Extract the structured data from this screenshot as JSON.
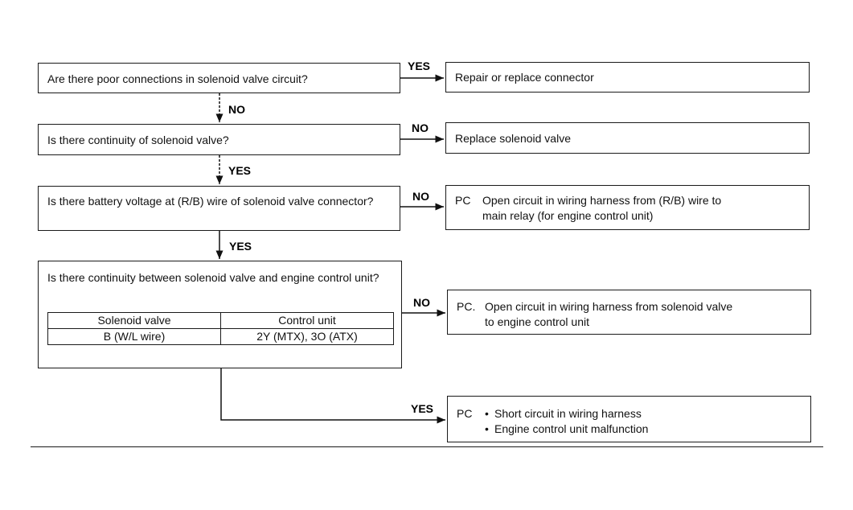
{
  "questions": {
    "q1": "Are there poor connections in solenoid valve circuit?",
    "q2": "Is there continuity of solenoid valve?",
    "q3": "Is there battery voltage at (R/B) wire of solenoid valve connector?",
    "q4": "Is there continuity between solenoid valve and engine control unit?"
  },
  "results": {
    "r1": "Repair or replace connector",
    "r2": "Replace solenoid valve",
    "r3_prefix": "PC",
    "r3_line1": "Open circuit in wiring harness from (R/B) wire to",
    "r3_line2": "main relay (for engine control unit)",
    "r4_prefix": "PC.",
    "r4_line1": "Open circuit in wiring harness from solenoid valve",
    "r4_line2": "to engine control unit",
    "r5_prefix": "PC",
    "r5_item1": "Short circuit in wiring harness",
    "r5_item2": "Engine control unit malfunction"
  },
  "table": {
    "headers": [
      "Solenoid valve",
      "Control unit"
    ],
    "row": [
      "B (W/L wire)",
      "2Y (MTX), 3O (ATX)"
    ]
  },
  "labels": {
    "yes1": "YES",
    "no1": "NO",
    "no2": "NO",
    "yes2": "YES",
    "no3": "NO",
    "yes3": "YES",
    "no4": "NO",
    "yes4": "YES"
  },
  "bullet_glyph": "•"
}
